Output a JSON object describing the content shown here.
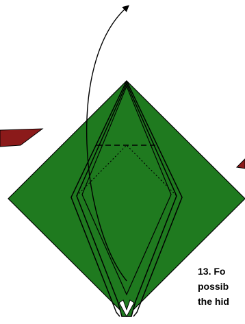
{
  "instruction": {
    "lines": [
      "13. Fo",
      "possib",
      "the hid"
    ]
  },
  "colors": {
    "paper_green": "#1f7a1f",
    "dark_red": "#8b1a1a",
    "outline": "#000000",
    "background": "#ffffff"
  },
  "icons": {
    "fold_arrow": "curved-arrow-up",
    "flap_left": "dark-red-flap",
    "flap_right": "dark-red-flap"
  }
}
